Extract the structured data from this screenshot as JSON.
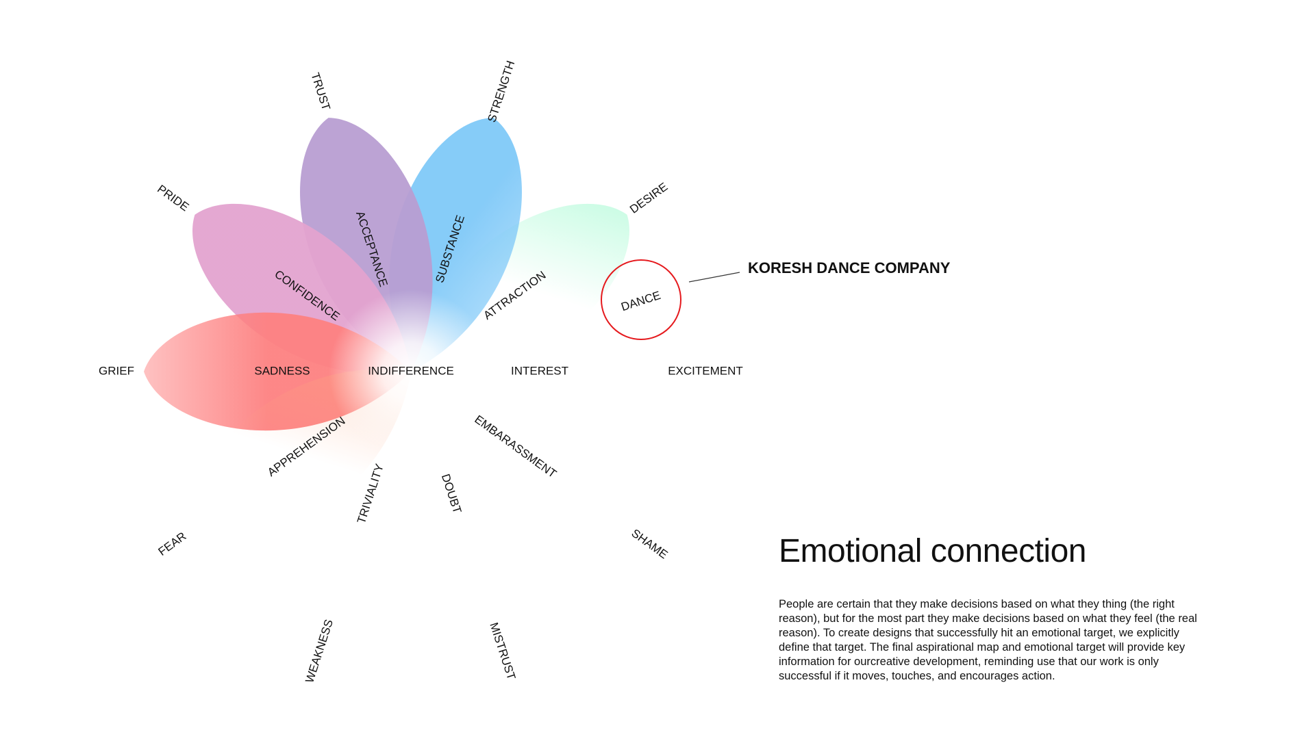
{
  "center_label": "INDIFFERENCE",
  "petals": [
    {
      "inner": "INTEREST",
      "outer": "EXCITEMENT",
      "color": "#9cc47e"
    },
    {
      "inner": "ATTRACTION",
      "outer": "DESIRE",
      "color": "#6ff7b6"
    },
    {
      "inner": "SUBSTANCE",
      "outer": "STRENGTH",
      "color": "#80c9f8"
    },
    {
      "inner": "ACCEPTANCE",
      "outer": "TRUST",
      "color": "#b89ed2"
    },
    {
      "inner": "CONFIDENCE",
      "outer": "PRIDE",
      "color": "#e3a3cf"
    },
    {
      "inner": "SADNESS",
      "outer": "GRIEF",
      "color": "#fd8181"
    },
    {
      "inner": "APPREHENSION",
      "outer": "FEAR",
      "color": "#fca67e"
    },
    {
      "inner": "TRIVIALITY",
      "outer": "WEAKNESS",
      "color": "#fed587"
    },
    {
      "inner": "DOUBT",
      "outer": "MISTRUST",
      "color": "#fff9a3"
    },
    {
      "inner": "EMBARASSMENT",
      "outer": "SHAME",
      "color": "#e0f1b8"
    }
  ],
  "highlight": {
    "label": "DANCE",
    "company": "KORESH DANCE COMPANY",
    "circle_color": "#e5191d"
  },
  "info": {
    "title": "Emotional connection",
    "body": "People are certain that they make decisions based on what they thing (the right reason), but for the most part they make decisions based on what they feel (the real reason). To create designs that successfully hit an emotional target, we explicitly define that target. The final aspirational map and emotional target will provide key information for ourcreative development, reminding use that our work is only successful if it moves, touches, and encourages action."
  }
}
